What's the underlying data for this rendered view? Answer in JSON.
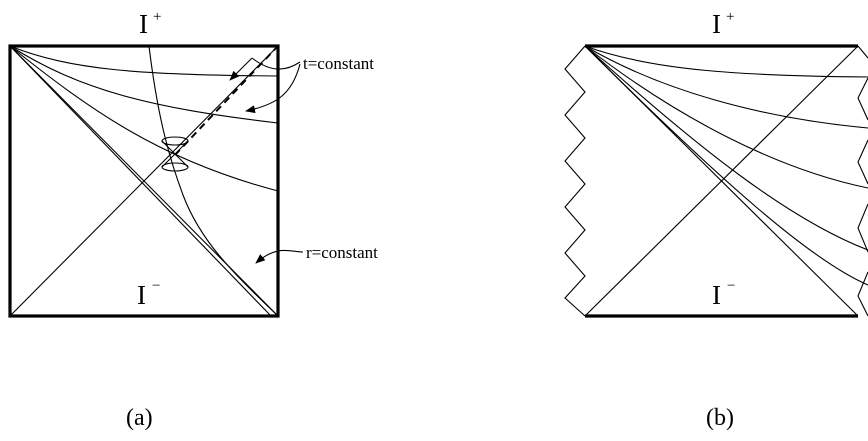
{
  "panel_a": {
    "top_label": "I",
    "top_sup": "+",
    "bottom_label": "I",
    "bottom_sup": "−",
    "annotation_t": "t=constant",
    "annotation_r": "r=constant",
    "caption": "(a)"
  },
  "panel_b": {
    "top_label": "I",
    "top_sup": "+",
    "bottom_label": "I",
    "bottom_sup": "−",
    "caption": "(b)"
  }
}
